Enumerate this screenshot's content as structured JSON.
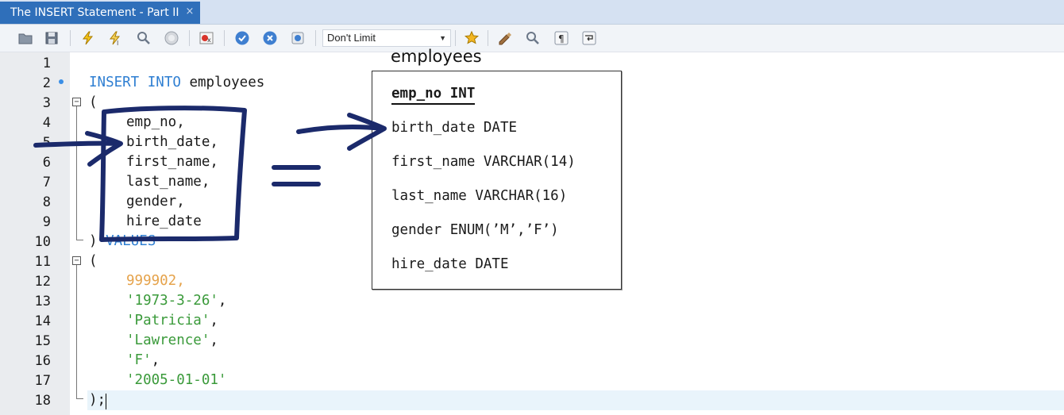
{
  "tab": {
    "title": "The INSERT Statement - Part II",
    "close": "×"
  },
  "toolbar": {
    "limit": "Don't Limit",
    "icons": [
      "folder-icon",
      "save-icon",
      "execute-icon",
      "execute-current-icon",
      "explain-icon",
      "stop-icon",
      "stop-on-error-icon",
      "commit-icon",
      "rollback-icon",
      "autocommit-icon",
      "limit-dropdown",
      "bookmark-icon",
      "beautify-icon",
      "find-icon",
      "invisible-chars-icon",
      "wrap-icon"
    ]
  },
  "editor": {
    "line_numbers": [
      "1",
      "2",
      "3",
      "4",
      "5",
      "6",
      "7",
      "8",
      "9",
      "10",
      "11",
      "12",
      "13",
      "14",
      "15",
      "16",
      "17",
      "18"
    ],
    "lines": {
      "l2_kw": "INSERT INTO",
      "l2_rest": " employees",
      "l3": "(",
      "l4": "emp_no,",
      "l5": "birth_date,",
      "l6": "first_name,",
      "l7": "last_name,",
      "l8": "gender,",
      "l9": "hire_date",
      "l10_paren": ")",
      "l10_kw": " VALUES",
      "l11": "(",
      "l12": "999902,",
      "l13_str": "'1973-3-26'",
      "l13_punct": ",",
      "l14_str": "'Patricia'",
      "l14_punct": ",",
      "l15_str": "'Lawrence'",
      "l15_punct": ",",
      "l16_str": "'F'",
      "l16_punct": ",",
      "l17_str": "'2005-01-01'",
      "l18": ");"
    }
  },
  "annotation": {
    "table_name": "employees",
    "columns": [
      "emp_no INT",
      "birth_date DATE",
      "first_name VARCHAR(14)",
      "last_name VARCHAR(16)",
      "gender ENUM(’M’,’F’)",
      "hire_date DATE"
    ],
    "ink_color": "#1b2a6b"
  }
}
